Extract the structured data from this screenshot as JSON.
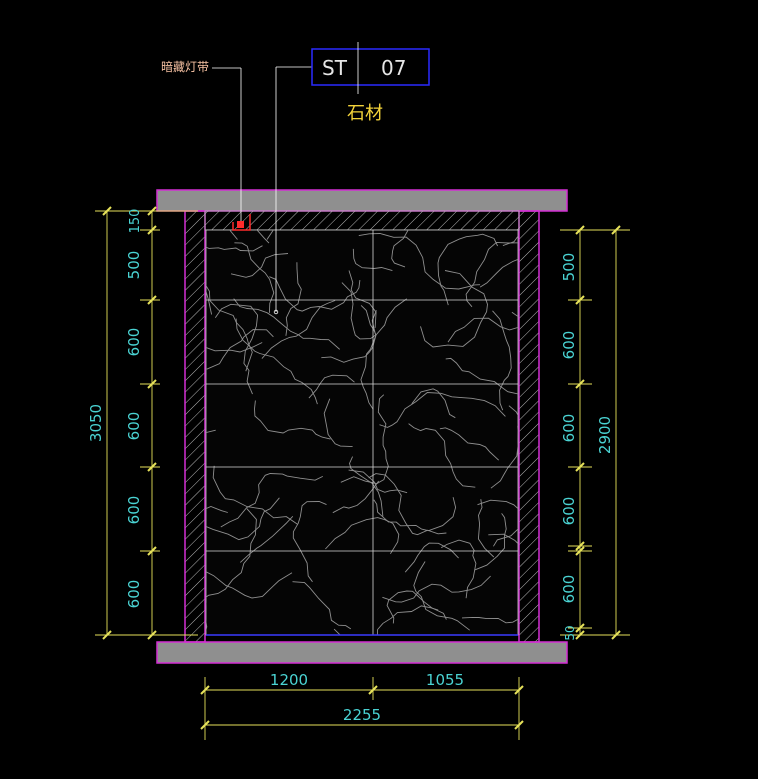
{
  "tag": {
    "code_left": "ST",
    "code_right": "07"
  },
  "material_label": "石材",
  "light_strip_label": "暗藏灯带",
  "dims": {
    "left_total": "3050",
    "left_segments": [
      "150",
      "500",
      "600",
      "600",
      "600",
      "600"
    ],
    "right_total": "2900",
    "right_segments": [
      "500",
      "600",
      "600",
      "600",
      "600",
      "50"
    ],
    "bottom_segments": [
      "1200",
      "1055"
    ],
    "bottom_total": "2255"
  },
  "colors": {
    "background": "#000000",
    "slab": "#8f8f8f",
    "slab_border": "#d42fd4",
    "dim_line": "#e6e15a",
    "dim_text": "#4ad3d3",
    "tile_grid": "#d8d8d8",
    "marble_vein": "#9b9b9b",
    "tag_box": "#2a2aff",
    "light_red": "#ff2b2b"
  }
}
